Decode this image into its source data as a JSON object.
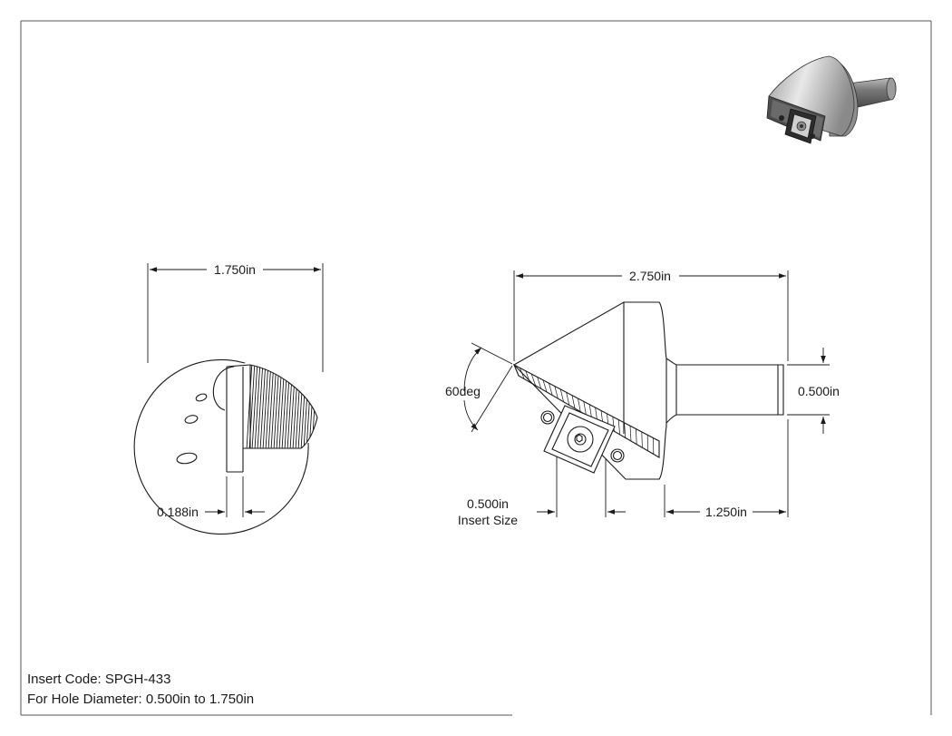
{
  "dimensions": {
    "front_width": "1.750in",
    "slot_width": "0.188in",
    "overall_length": "2.750in",
    "angle": "60deg",
    "shank_diameter": "0.500in",
    "insert_size_value": "0.500in",
    "insert_size_label": "Insert Size",
    "shank_length": "1.250in"
  },
  "notes": {
    "insert_code": "Insert Code: SPGH-433",
    "hole_diameter": "For Hole Diameter: 0.500in to 1.750in"
  },
  "colors": {
    "line": "#1a1a1a",
    "border": "#555555",
    "metal_light": "#d9d9d9",
    "metal_dark": "#6f6f6f"
  }
}
